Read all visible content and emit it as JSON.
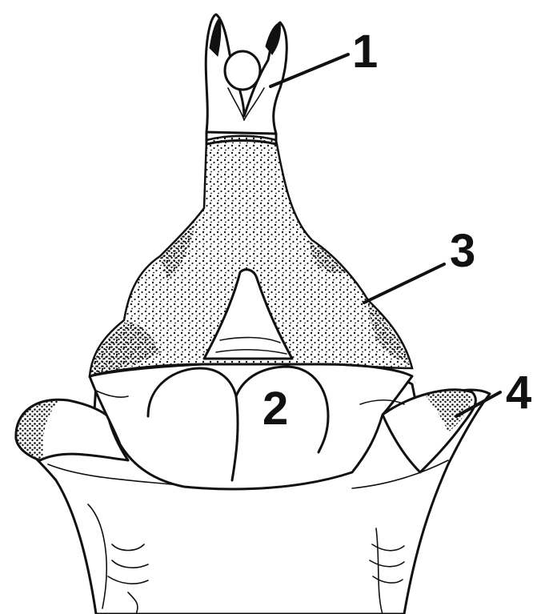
{
  "labels": [
    {
      "id": "1",
      "text": "1"
    },
    {
      "id": "2",
      "text": "2"
    },
    {
      "id": "3",
      "text": "3"
    },
    {
      "id": "4",
      "text": "4"
    }
  ]
}
